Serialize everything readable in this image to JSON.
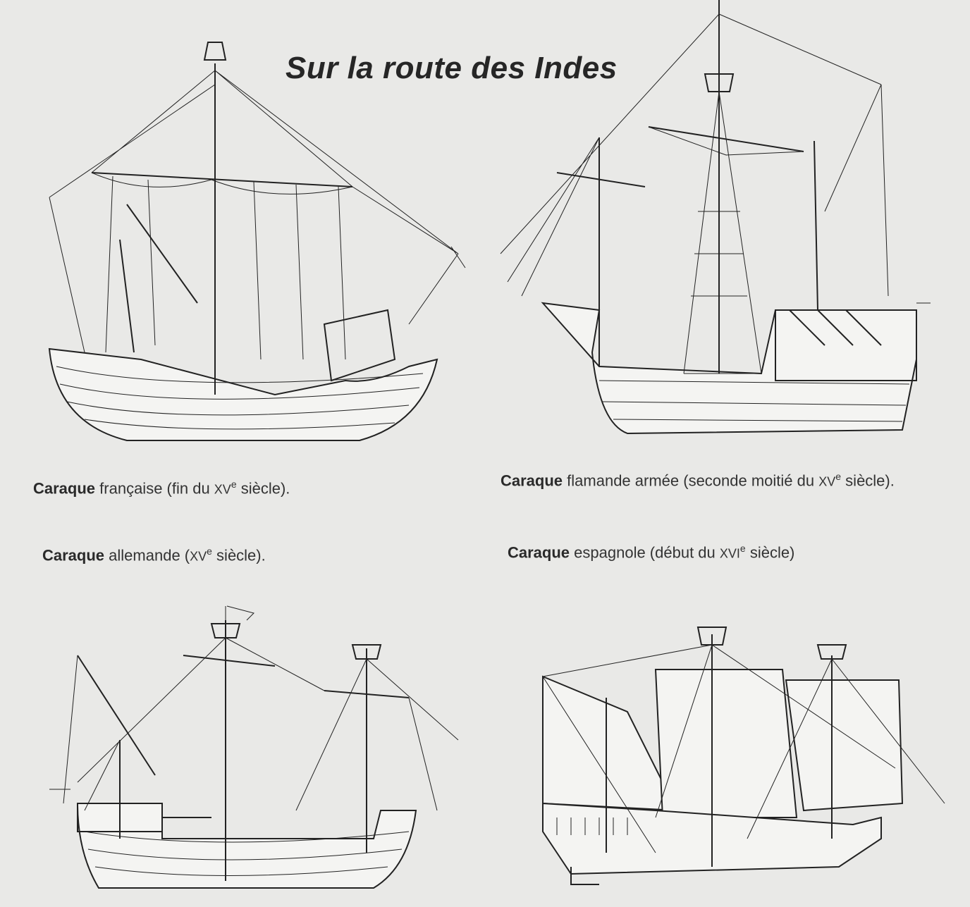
{
  "title": "Sur la route des Indes",
  "captions": [
    {
      "bold": "Caraque",
      "pre": " française (fin du ",
      "century": "XV",
      "sup": "e",
      "post": " siècle)."
    },
    {
      "bold": "Caraque",
      "pre": " flamande armée (seconde moitié du ",
      "century": "XV",
      "sup": "e",
      "post": " siècle)."
    },
    {
      "bold": "Caraque",
      "pre": " allemande (",
      "century": "XV",
      "sup": "e",
      "post": " siècle)."
    },
    {
      "bold": "Caraque",
      "pre": " espagnole (début du ",
      "century": "XVI",
      "sup": "e",
      "post": " siècle)"
    }
  ]
}
